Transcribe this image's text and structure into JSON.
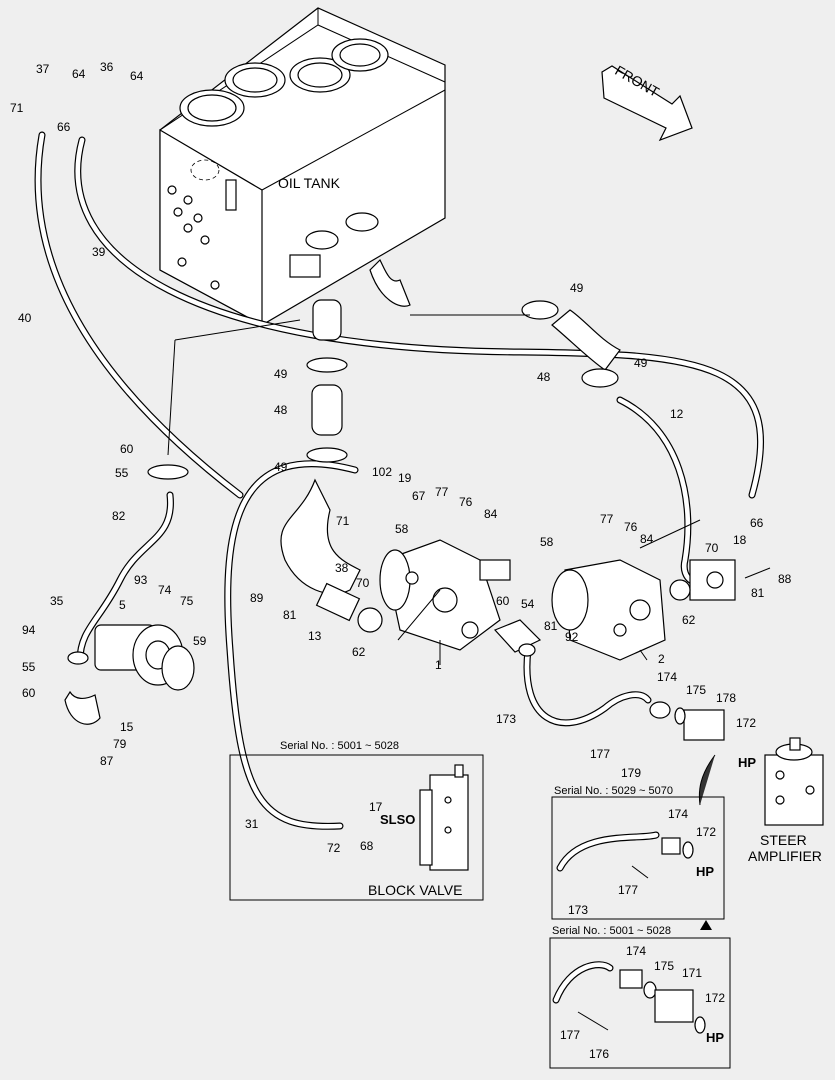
{
  "labels": {
    "oil_tank": "OIL TANK",
    "front": "FRONT",
    "block_valve": "BLOCK VALVE",
    "slso": "SLSO",
    "hp": "HP",
    "steer": "STEER",
    "amplifier": "AMPLIFIER"
  },
  "serials": {
    "a": "Serial No. : 5001 ~ 5028",
    "b": "Serial No. : 5029 ~ 5070",
    "c": "Serial No. : 5001 ~ 5028"
  },
  "parts": {
    "p37": "37",
    "p64a": "64",
    "p36": "36",
    "p64b": "64",
    "p71a": "71",
    "p66a": "66",
    "p39": "39",
    "p40": "40",
    "p49a": "49",
    "p48a": "48",
    "p49b": "49",
    "p48b": "48",
    "p49c": "49",
    "p12": "12",
    "p49d": "49",
    "p60a": "60",
    "p55a": "55",
    "p82": "82",
    "p102": "102",
    "p19": "19",
    "p67": "67",
    "p77a": "77",
    "p76a": "76",
    "p84a": "84",
    "p77b": "77",
    "p76b": "76",
    "p84b": "84",
    "p66b": "66",
    "p18": "18",
    "p70a": "70",
    "p58a": "58",
    "p58b": "58",
    "p71b": "71",
    "p38": "38",
    "p70b": "70",
    "p88": "88",
    "p81a": "81",
    "p89": "89",
    "p81b": "81",
    "p13": "13",
    "p62a": "62",
    "p60b": "60",
    "p54": "54",
    "p62b": "62",
    "p81c": "81",
    "p92": "92",
    "p1": "1",
    "p2": "2",
    "p35": "35",
    "p93": "93",
    "p74": "74",
    "p75": "75",
    "p5": "5",
    "p59": "59",
    "p94": "94",
    "p55b": "55",
    "p60c": "60",
    "p15": "15",
    "p79": "79",
    "p87": "87",
    "p174a": "174",
    "p175a": "175",
    "p178": "178",
    "p173a": "173",
    "p172a": "172",
    "p177a": "177",
    "p179": "179",
    "p31": "31",
    "p17": "17",
    "p72": "72",
    "p68": "68",
    "p174b": "174",
    "p172b": "172",
    "p177b": "177",
    "p173b": "173",
    "p174c": "174",
    "p175b": "175",
    "p171": "171",
    "p172c": "172",
    "p177c": "177",
    "p176": "176"
  }
}
